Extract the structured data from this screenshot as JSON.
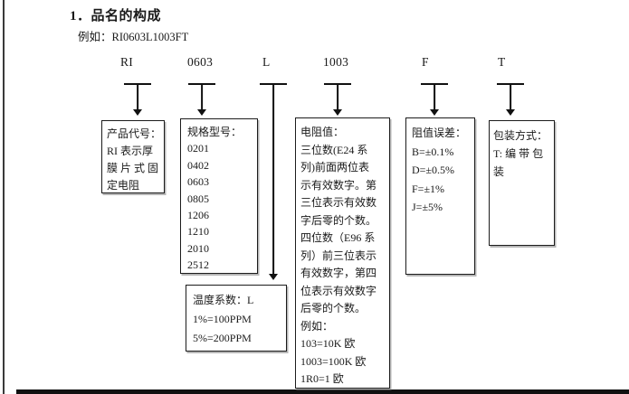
{
  "header": {
    "title": "1．品名的构成",
    "example_label": "例如：",
    "example_code": "RI0603L1003FT"
  },
  "part_codes": {
    "segments": [
      "RI",
      "0603",
      "L",
      "1003",
      "F",
      "T"
    ]
  },
  "boxes": {
    "product_code": {
      "heading": "产品代号：",
      "lines": [
        "RI 表示厚",
        "膜 片 式 固",
        "定电阻"
      ]
    },
    "spec_model": {
      "heading": "规格型号：",
      "items": [
        "0201",
        "0402",
        "0603",
        "0805",
        "1206",
        "1210",
        "2010",
        "2512"
      ]
    },
    "temperature_coefficient": {
      "heading": "温度系数：L",
      "lines": [
        "1%=100PPM",
        "5%=200PPM"
      ]
    },
    "resistance_value": {
      "heading": "电阻值：",
      "lines": [
        "三位数(E24 系",
        "列)前面两位表",
        "示有效数字。第",
        "三位表示有效数",
        "字后零的个数。",
        "四位数（E96 系",
        "列）前三位表示",
        "有效数字，第四",
        "位表示有效数字",
        "后零的个数。",
        "例如：",
        "103=10K 欧",
        "1003=100K 欧",
        "1R0=1 欧"
      ]
    },
    "tolerance": {
      "heading": "阻值误差：",
      "items": [
        "B=±0.1%",
        "D=±0.5%",
        "F=±1%",
        "J=±5%"
      ]
    },
    "packaging": {
      "heading": "包装方式：",
      "lines": [
        "T: 编 带 包",
        "装"
      ]
    }
  }
}
